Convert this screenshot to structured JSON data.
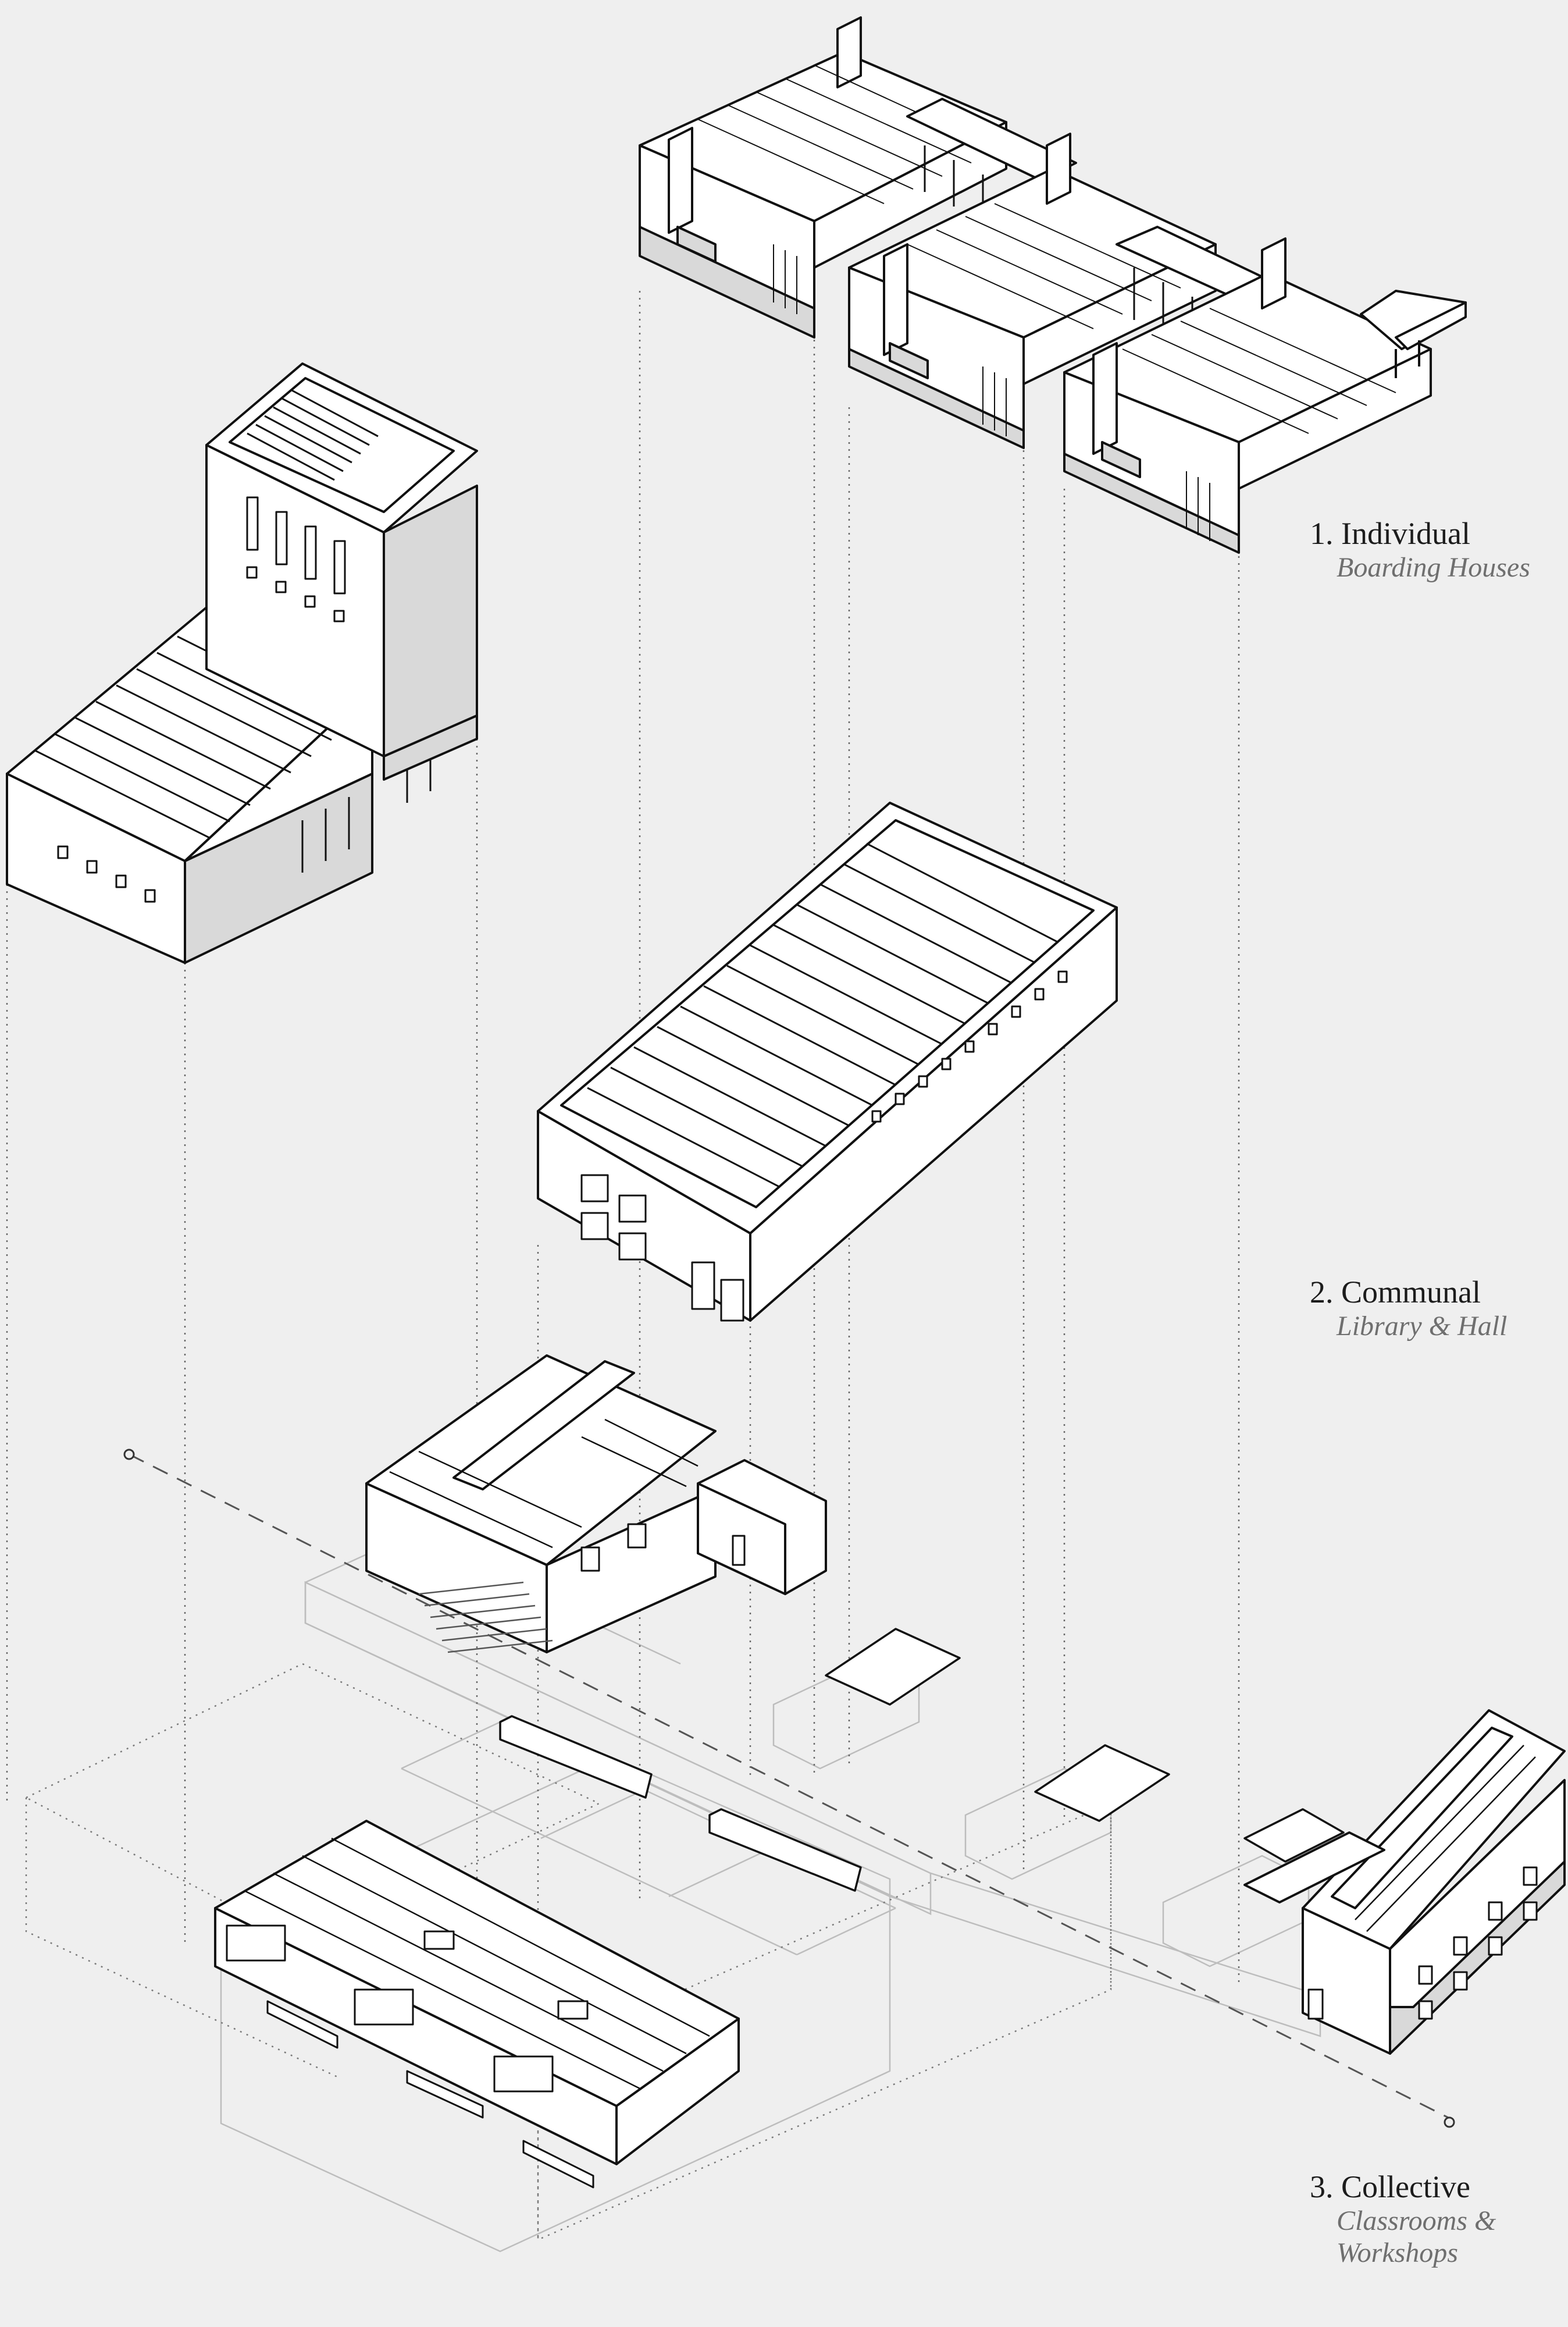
{
  "labels": {
    "individual": {
      "title": "1. Individual",
      "subtitle": "Boarding Houses"
    },
    "communal": {
      "title": "2. Communal",
      "subtitle": "Library & Hall"
    },
    "collective": {
      "title": "3. Collective",
      "subtitle_line1": "Classrooms &",
      "subtitle_line2": "Workshops"
    }
  },
  "colors": {
    "background": "#efefef",
    "line": "#111111",
    "light_face": "#ffffff",
    "shade_face": "#d9d9d9",
    "ghost_line": "#b8b8b8",
    "subtitle_text": "#6f6f6f"
  }
}
